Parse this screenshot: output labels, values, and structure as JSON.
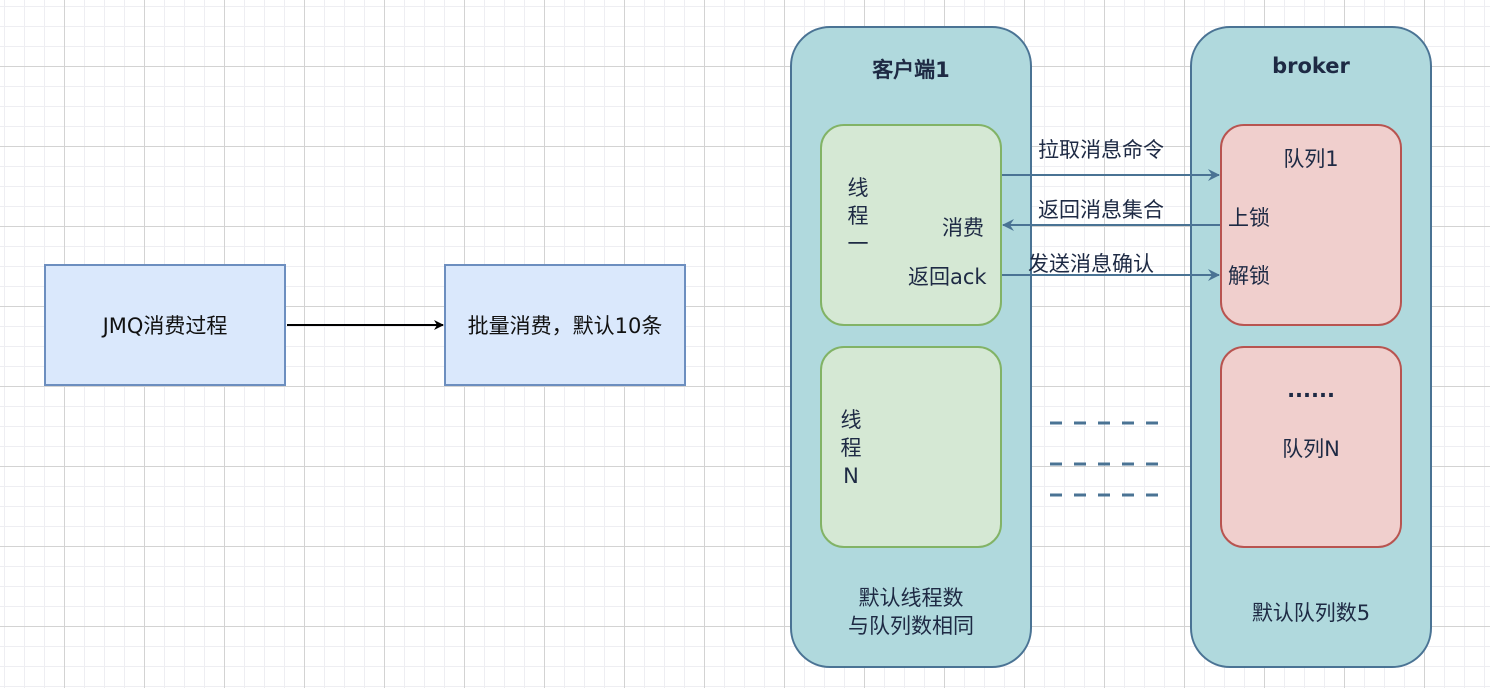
{
  "flow": {
    "start_label": "JMQ消费过程",
    "batch_label": "批量消费，默认10条"
  },
  "client": {
    "title": "客户端1",
    "thread1": {
      "label_chars": [
        "线",
        "程",
        "一"
      ],
      "consume_label": "消费",
      "ack_label": "返回ack"
    },
    "threadN": {
      "label_chars": [
        "线",
        "程",
        "N"
      ]
    },
    "footer_line1": "默认线程数",
    "footer_line2": "与队列数相同"
  },
  "broker": {
    "title": "broker",
    "queue1": {
      "title": "队列1",
      "lock_label": "上锁",
      "unlock_label": "解锁"
    },
    "queueN": {
      "ellipsis": "......",
      "title": "队列N"
    },
    "footer": "默认队列数5"
  },
  "messages": {
    "pull": "拉取消息命令",
    "return": "返回消息集合",
    "ack": "发送消息确认"
  },
  "colors": {
    "flow_fill": "#dae8fc",
    "flow_stroke": "#6c8ebf",
    "container_fill": "#b0d9dd",
    "container_stroke": "#4a7394",
    "thread_fill": "#d5e8d4",
    "thread_stroke": "#82b366",
    "queue_fill": "#f0cfcd",
    "queue_stroke": "#b85450",
    "arrow": "#4a7394"
  }
}
